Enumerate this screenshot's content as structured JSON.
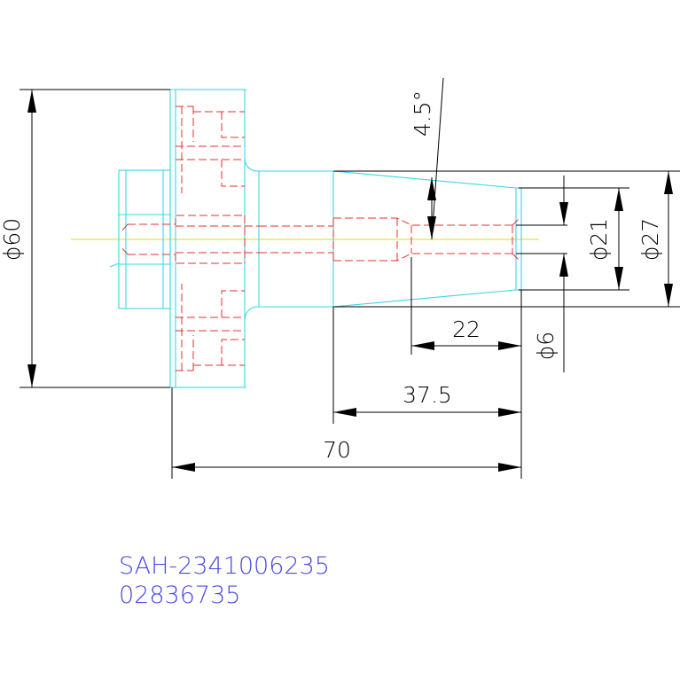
{
  "colors": {
    "dimension": "#000000",
    "outline": "#3cd6e6",
    "hidden": "#e53030",
    "centerline": "#e6e62e",
    "label": "#4b4be0",
    "background": "#ffffff"
  },
  "dimensions": {
    "dia60": "ϕ60",
    "angle": "4.5°",
    "dia21": "ϕ21",
    "dia27": "ϕ27",
    "dia6": "ϕ6",
    "len22": "22",
    "len37_5": "37.5",
    "len70": "70"
  },
  "title_block": {
    "part_number": "SAH-2341006235",
    "code": "02836735"
  }
}
